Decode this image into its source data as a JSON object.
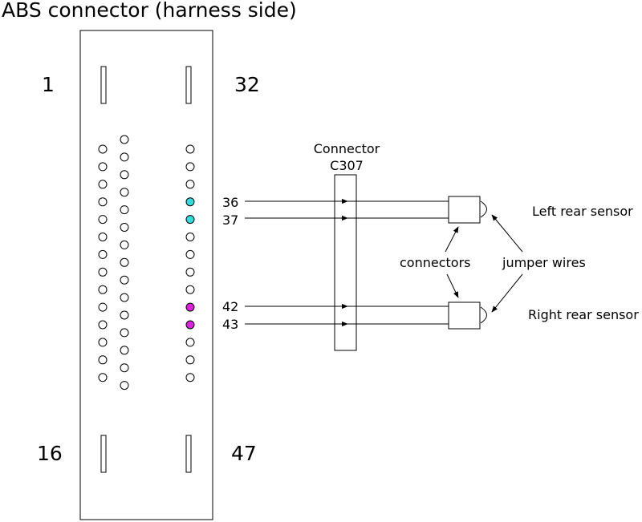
{
  "title": "ABS connector (harness side)",
  "abs_connector": {
    "corner_pins": {
      "top_left": "1",
      "top_right": "32",
      "bottom_left": "16",
      "bottom_right": "47"
    },
    "highlight_colors": {
      "left_rear": "#33dddd",
      "right_rear": "#dd22dd"
    }
  },
  "c307": {
    "label_line1": "Connector",
    "label_line2": "C307"
  },
  "wires": [
    {
      "pin": "36",
      "sensor": "left"
    },
    {
      "pin": "37",
      "sensor": "left"
    },
    {
      "pin": "42",
      "sensor": "right"
    },
    {
      "pin": "43",
      "sensor": "right"
    }
  ],
  "labels": {
    "left_rear_sensor": "Left rear sensor",
    "right_rear_sensor": "Right rear sensor",
    "connectors": "connectors",
    "jumper_wires": "jumper wires"
  }
}
